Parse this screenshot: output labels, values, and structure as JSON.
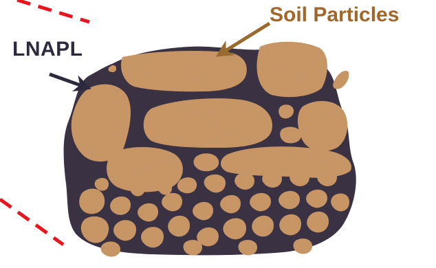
{
  "labels": {
    "lnapl": "LNAPL",
    "soil_particles": "Soil Particles"
  },
  "colors": {
    "lnapl_text": "#2e2a3e",
    "lnapl_fill": "#3a3243",
    "soil_text": "#a0662a",
    "soil_arrow": "#9a6b2e",
    "soil_fill": "#c8925e",
    "dashed_line": "#e8141e"
  },
  "icons": {
    "lnapl_arrow": "arrow-right-down",
    "soil_arrow": "arrow-left-down"
  }
}
